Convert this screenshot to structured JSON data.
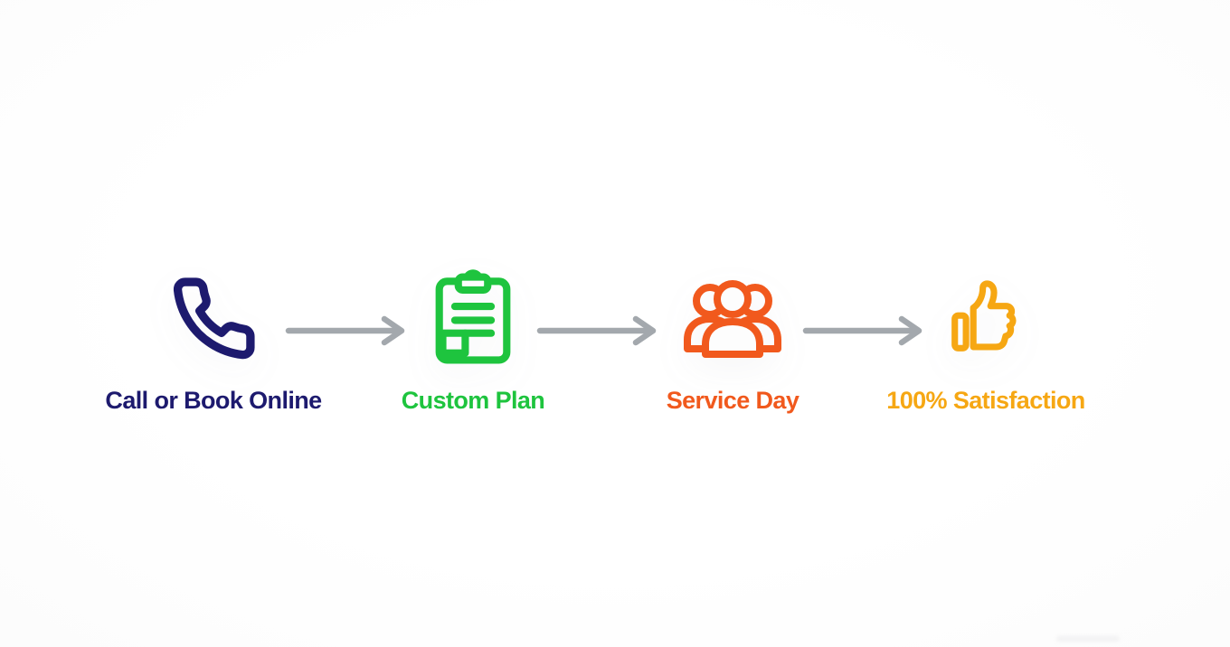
{
  "canvas": {
    "background": "#fdfdfd"
  },
  "flow": {
    "steps": [
      {
        "label": "Call or Book Online",
        "icon": "phone-icon",
        "color": "#1d1a6e"
      },
      {
        "label": "Custom Plan",
        "icon": "clipboard-icon",
        "color": "#1ec43e"
      },
      {
        "label": "Service Day",
        "icon": "people-icon",
        "color": "#f1591d"
      },
      {
        "label": "100% Satisfaction",
        "icon": "thumbs-up-icon",
        "color": "#f6a713"
      }
    ],
    "arrow": {
      "color": "#a3a8ad"
    }
  }
}
